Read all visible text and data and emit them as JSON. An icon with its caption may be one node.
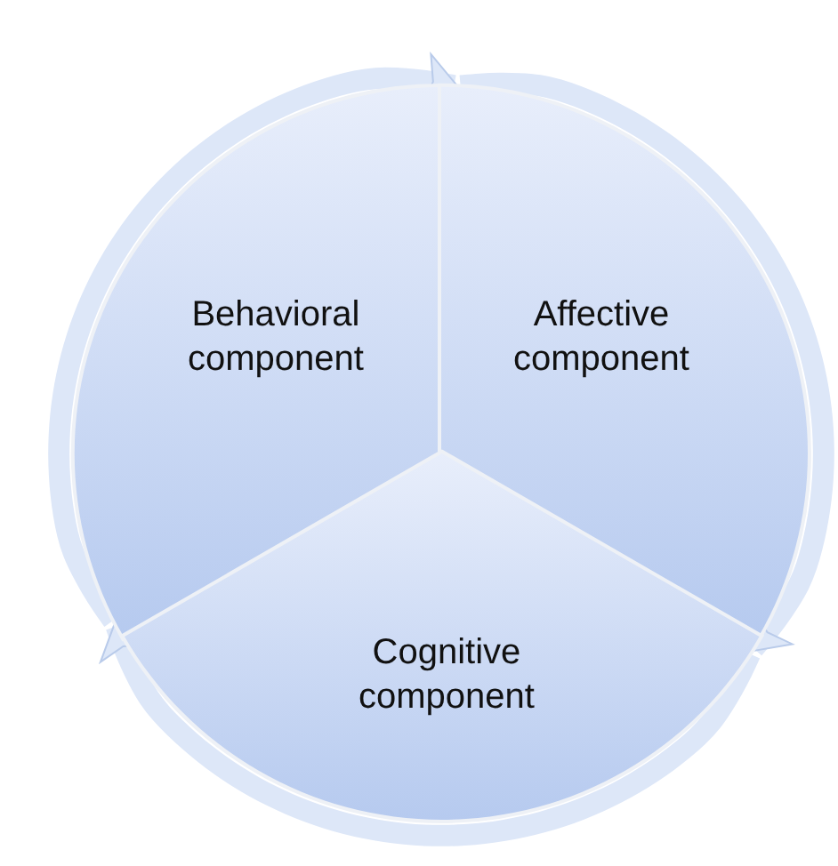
{
  "diagram": {
    "nodes": [
      {
        "text": [
          "Behavioral component"
        ]
      },
      {
        "text": [
          "Affective component"
        ]
      },
      {
        "text": [
          "Cognitive component"
        ]
      }
    ],
    "edges": [
      {
        "from": 0,
        "to": 1,
        "arrow": "to"
      },
      {
        "from": 1,
        "to": 2,
        "arrow": "to"
      },
      {
        "from": 2,
        "to": 0,
        "arrow": "to"
      }
    ]
  }
}
